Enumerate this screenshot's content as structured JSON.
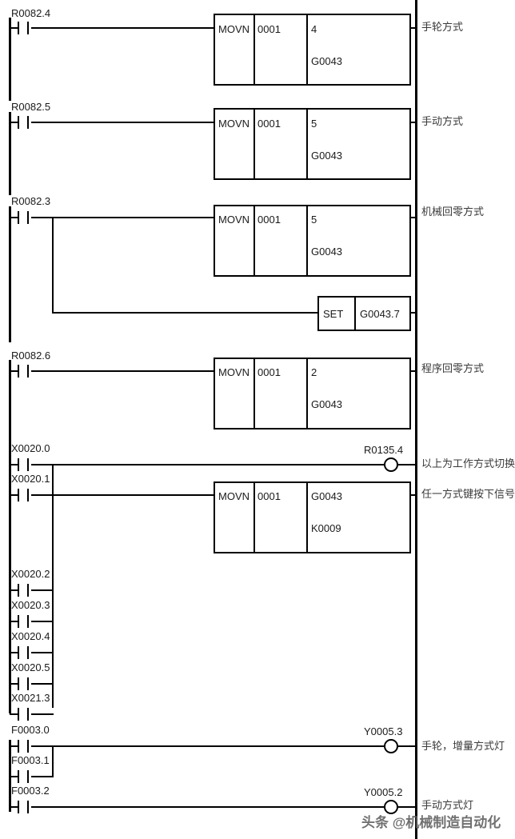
{
  "diagram": {
    "type": "plc-ladder-logic",
    "watermark": "头条 @机械制造自动化"
  },
  "rungs": [
    {
      "id": "rung-1",
      "contact": "R0082.4",
      "box": {
        "op": "MOVN",
        "count": "0001",
        "source": "4",
        "dest": "G0043"
      },
      "annotation": "手轮方式"
    },
    {
      "id": "rung-2",
      "contact": "R0082.5",
      "box": {
        "op": "MOVN",
        "count": "0001",
        "source": "5",
        "dest": "G0043"
      },
      "annotation": "手动方式"
    },
    {
      "id": "rung-3",
      "contact": "R0082.3",
      "box": {
        "op": "MOVN",
        "count": "0001",
        "source": "5",
        "dest": "G0043"
      },
      "branch_box": {
        "op": "SET",
        "operand": "G0043.7"
      },
      "annotation": "机械回零方式"
    },
    {
      "id": "rung-4",
      "contact": "R0082.6",
      "box": {
        "op": "MOVN",
        "count": "0001",
        "source": "2",
        "dest": "G0043"
      },
      "annotation": "程序回零方式"
    },
    {
      "id": "rung-5",
      "contact": "X0020.0",
      "coil": "R0135.4",
      "annotation": "以上为工作方式切换"
    },
    {
      "id": "rung-6",
      "contacts": [
        "X0020.1",
        "X0020.2",
        "X0020.3",
        "X0020.4",
        "X0020.5",
        "X0021.3"
      ],
      "box": {
        "op": "MOVN",
        "count": "0001",
        "source": "G0043",
        "dest": "K0009"
      },
      "annotation": "任一方式键按下信号"
    },
    {
      "id": "rung-7",
      "contacts": [
        "F0003.0",
        "F0003.1"
      ],
      "coil": "Y0005.3",
      "annotation": "手轮，增量方式灯"
    },
    {
      "id": "rung-8",
      "contacts": [
        "F0003.2"
      ],
      "coil": "Y0005.2",
      "annotation": "手动方式灯"
    }
  ]
}
